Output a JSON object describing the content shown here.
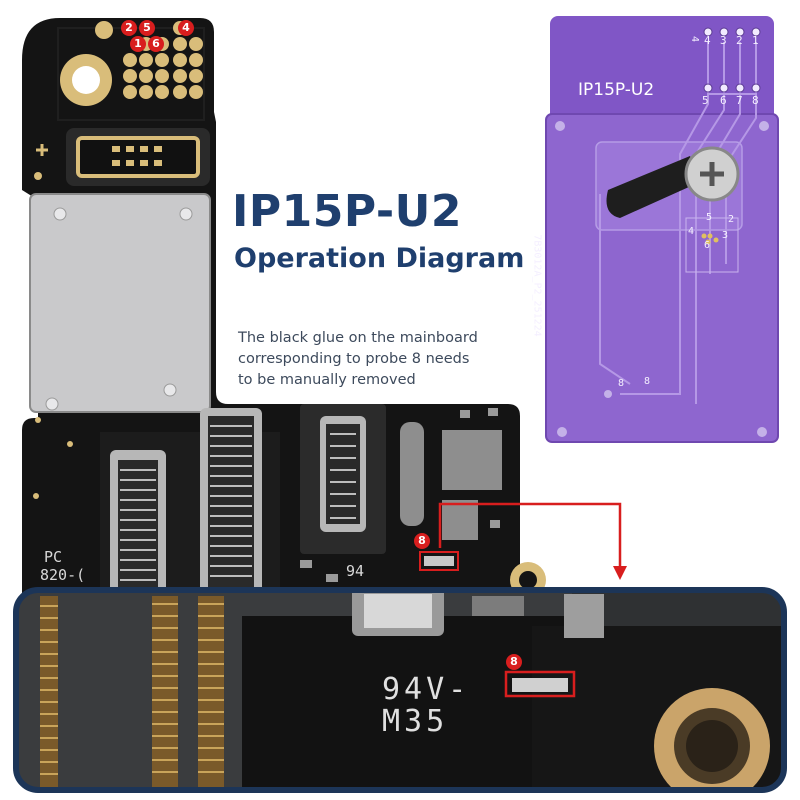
{
  "title": "IP15P-U2",
  "subtitle": "Operation Diagram",
  "note": {
    "line1": "The black glue on the mainboard",
    "line2": "corresponding to probe 8 needs",
    "line3": "to be manually removed"
  },
  "probe_labels": {
    "top_left": [
      "2",
      "5",
      "4",
      "1",
      "6"
    ],
    "marker": "8",
    "zoom_marker": "8"
  },
  "purple_board": {
    "label": "IP15P-U2",
    "pin_numbers_top": [
      "4",
      "3",
      "2",
      "1"
    ],
    "pin_numbers_bottom": [
      "5",
      "6",
      "7",
      "8"
    ],
    "part_code": "7B3012A_P2_251224",
    "small_marks": [
      "5",
      "2",
      "4",
      "3",
      "6",
      "8",
      "8"
    ]
  },
  "mainboard_text": {
    "left_side": [
      "PC",
      "820-("
    ],
    "center": "94",
    "zoom_lines": [
      "94V-",
      "M35"
    ]
  },
  "colors": {
    "title": "#1f3f6e",
    "badge_red": "#d81e1e",
    "pcb_black": "#141414",
    "purple": "#7b4fc0",
    "gold": "#d9bd7a",
    "callout_line": "#d81e1e",
    "zoom_frame": "#1c3558"
  }
}
